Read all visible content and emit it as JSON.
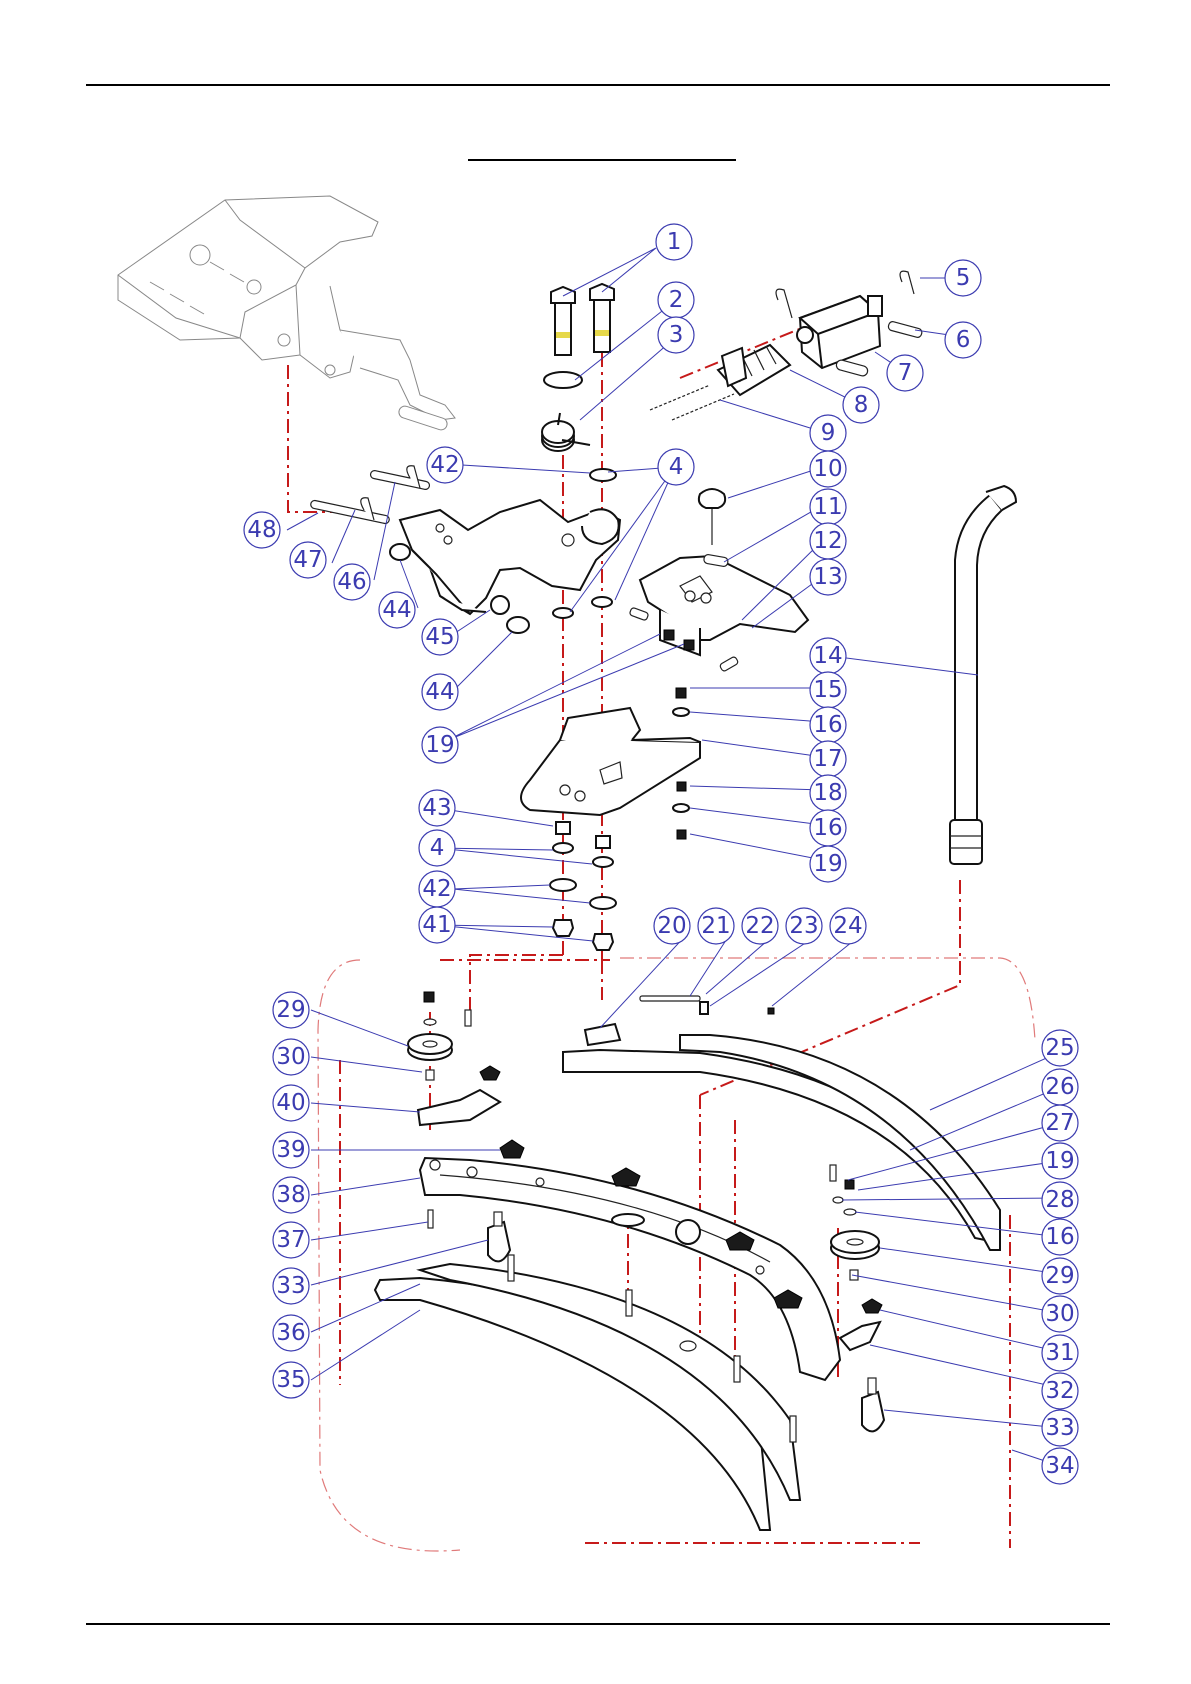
{
  "document": {
    "title": "",
    "kind": "exploded parts diagram"
  },
  "colors": {
    "balloon": "#3b3bb0",
    "centerline": "#c61a1a",
    "linework": "#111111"
  },
  "balloons": [
    "1",
    "2",
    "3",
    "4",
    "5",
    "6",
    "7",
    "8",
    "9",
    "10",
    "11",
    "12",
    "13",
    "14",
    "15",
    "16",
    "17",
    "18",
    "19",
    "20",
    "21",
    "22",
    "23",
    "24",
    "25",
    "26",
    "27",
    "19",
    "28",
    "16",
    "29",
    "30",
    "31",
    "32",
    "33",
    "34",
    "35",
    "36",
    "33",
    "37",
    "38",
    "39",
    "40",
    "30",
    "29",
    "41",
    "42",
    "4",
    "43",
    "19",
    "16",
    "18",
    "44",
    "45",
    "44",
    "46",
    "47",
    "48",
    "4",
    "42",
    "19",
    "16"
  ]
}
